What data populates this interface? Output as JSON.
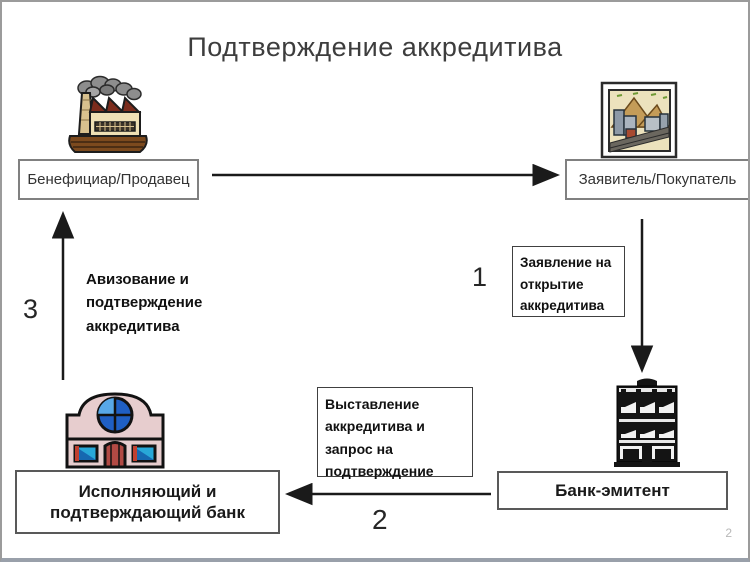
{
  "slide": {
    "title": "Подтверждение аккредитива",
    "page_number": "2"
  },
  "colors": {
    "arrow": "#1a1a1a",
    "box_border_gray": "#808080",
    "box_border_dark": "#595959",
    "title_text": "#3d3d3d",
    "body_text": "#111111",
    "page_number_text": "#b8b8b8",
    "bottom_edge": "#99a0aa"
  },
  "nodes": {
    "beneficiary": {
      "label": "Бенефициар/Продавец",
      "icon": "factory-icon"
    },
    "applicant": {
      "label": "Заявитель/Покупатель",
      "icon": "town-picture-icon"
    },
    "confirming_bank": {
      "label": "Исполняющий и подтверждающий банк",
      "icon": "storefront-bank-icon"
    },
    "issuing_bank": {
      "label": "Банк-эмитент",
      "icon": "office-building-icon"
    }
  },
  "steps": {
    "step1": {
      "number": "1",
      "label": "Заявление на открытие аккредитива"
    },
    "step2": {
      "number": "2",
      "label": "Выставление аккредитива и запрос на подтверждение"
    },
    "step3": {
      "number": "3",
      "label": "Авизование и подтверждение аккредитива"
    }
  }
}
